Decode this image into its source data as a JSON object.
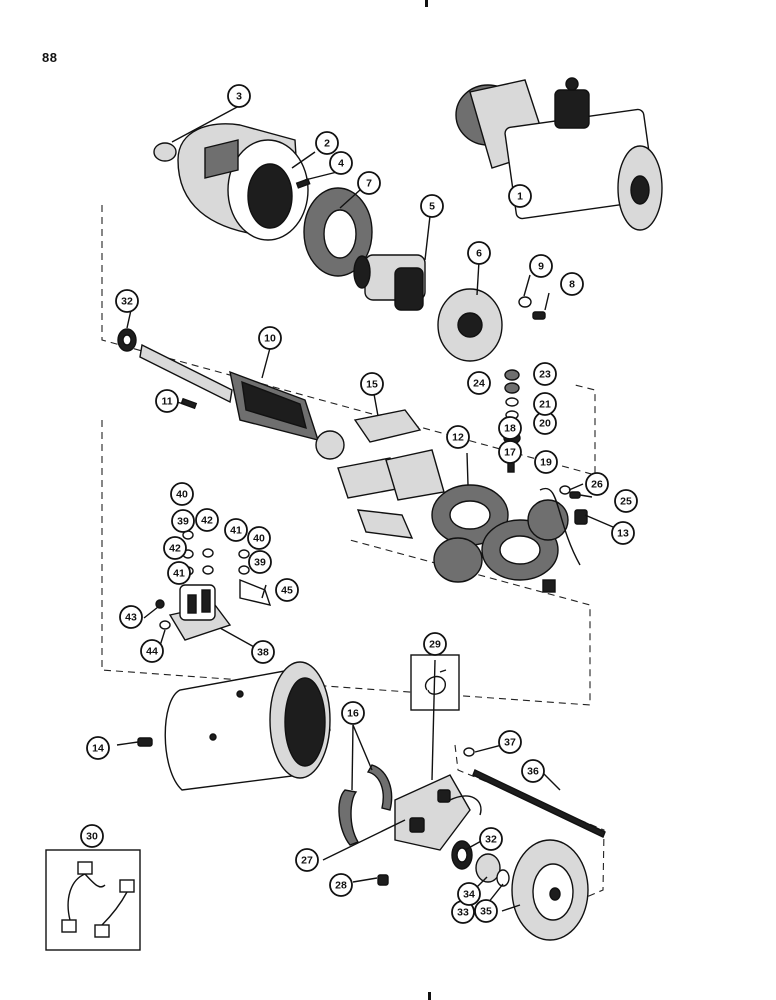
{
  "page_number": "88",
  "callouts": [
    "1",
    "2",
    "3",
    "4",
    "5",
    "6",
    "7",
    "8",
    "9",
    "10",
    "11",
    "12",
    "13",
    "14",
    "15",
    "16",
    "17",
    "18",
    "19",
    "20",
    "21",
    "23",
    "24",
    "25",
    "26",
    "27",
    "28",
    "29",
    "30",
    "32",
    "33",
    "34",
    "35",
    "36",
    "37",
    "38",
    "39",
    "40",
    "41",
    "42",
    "43",
    "44",
    "45"
  ],
  "colors": {
    "ink": "#111111",
    "paper": "#ffffff",
    "shade": "#6f6f6f"
  }
}
